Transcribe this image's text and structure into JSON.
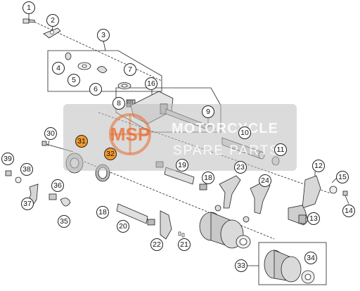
{
  "diagram": {
    "callouts": [
      "1",
      "2",
      "3",
      "4",
      "5",
      "6",
      "7",
      "8",
      "9",
      "10",
      "11",
      "12",
      "13",
      "14",
      "15",
      "16",
      "18",
      "18",
      "19",
      "20",
      "21",
      "22",
      "23",
      "24",
      "30",
      "31",
      "32",
      "33",
      "34",
      "35",
      "36",
      "37",
      "38",
      "39"
    ],
    "highlighted_callouts": [
      "31",
      "32"
    ],
    "watermark": {
      "logo_text": "MSP",
      "line1": "MOTORCYCLE",
      "line2": "SPARE PARTS"
    },
    "colors": {
      "outline": "#222222",
      "part_fill": "#dcdcdc",
      "highlight": "#f39a2c",
      "watermark_logo": "#e86a2a"
    }
  }
}
